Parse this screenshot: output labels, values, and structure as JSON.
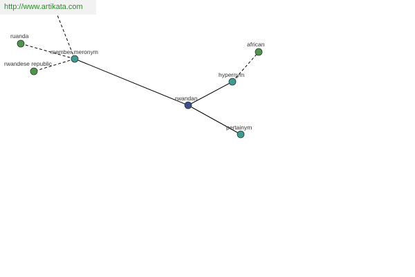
{
  "banner": {
    "url": "http://www.artikata.com"
  },
  "colors": {
    "center_node": "#3b4e8e",
    "relation_node": "#3f9a94",
    "leaf_node": "#4e944e",
    "node_outline": "#2a3a2a",
    "edge": "#000000",
    "banner_text": "#2f8a2f",
    "banner_bg": "#f2f2f2"
  },
  "nodes": [
    {
      "id": "rwandan",
      "label": "rwandan",
      "kind": "center"
    },
    {
      "id": "member-meronym",
      "label": "member meronym",
      "kind": "relation"
    },
    {
      "id": "hypernym",
      "label": "hypernym",
      "kind": "relation"
    },
    {
      "id": "pertainym",
      "label": "pertainym",
      "kind": "relation"
    },
    {
      "id": "ruanda",
      "label": "ruanda",
      "kind": "leaf"
    },
    {
      "id": "rwandese-republic",
      "label": "rwandese republic",
      "kind": "leaf"
    },
    {
      "id": "african",
      "label": "african",
      "kind": "leaf"
    }
  ],
  "edges": [
    {
      "from": "rwandan",
      "to": "member-meronym",
      "style": "solid"
    },
    {
      "from": "rwandan",
      "to": "hypernym",
      "style": "solid"
    },
    {
      "from": "rwandan",
      "to": "pertainym",
      "style": "solid"
    },
    {
      "from": "member-meronym",
      "to": "ruanda",
      "style": "dashed"
    },
    {
      "from": "member-meronym",
      "to": "rwandese-republic",
      "style": "dashed"
    },
    {
      "from": "member-meronym",
      "to": "offscreen-top",
      "style": "dashed"
    },
    {
      "from": "hypernym",
      "to": "african",
      "style": "dashed"
    }
  ]
}
